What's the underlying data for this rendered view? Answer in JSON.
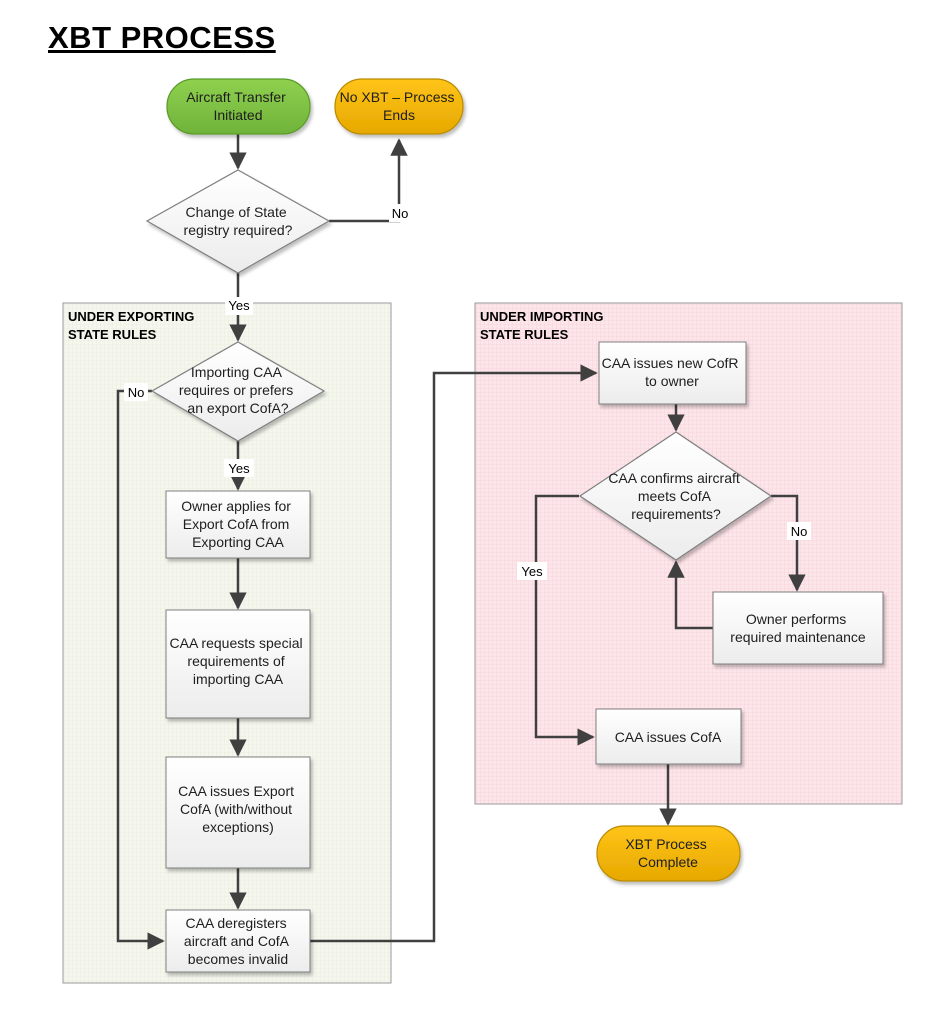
{
  "title": "XBT PROCESS",
  "regions": {
    "export": {
      "label": [
        "UNDER EXPORTING",
        "STATE RULES"
      ]
    },
    "import": {
      "label": [
        "UNDER IMPORTING",
        "STATE RULES"
      ]
    }
  },
  "nodes": {
    "transfer_initiated": [
      "Aircraft  Transfer",
      "Initiated"
    ],
    "no_xbt_end": [
      "No XBT – Process",
      "Ends"
    ],
    "change_of_state": [
      "Change of State",
      "registry required?"
    ],
    "importing_caa_prefers": [
      "Importing CAA",
      "requires or prefers",
      "an export CofA?"
    ],
    "owner_applies": [
      "Owner applies for",
      "Export CofA from",
      "Exporting CAA"
    ],
    "caa_requests": [
      "CAA requests special",
      "requirements of",
      "importing CAA"
    ],
    "caa_issues_export": [
      "CAA issues Export",
      "CofA (with/without",
      "exceptions)"
    ],
    "caa_deregisters": [
      "CAA deregisters",
      "aircraft and CofA",
      "becomes invalid"
    ],
    "caa_new_cofr": [
      "CAA issues new CofR",
      "to owner"
    ],
    "caa_confirms": [
      "CAA confirms aircraft",
      "meets CofA",
      "requirements?"
    ],
    "owner_maintenance": [
      "Owner performs",
      "required maintenance"
    ],
    "caa_issues_cofa": [
      "CAA issues CofA"
    ],
    "xbt_complete": [
      "XBT Process",
      "Complete"
    ]
  },
  "edge_labels": {
    "no_1": "No",
    "yes_1": "Yes",
    "no_2": "No",
    "yes_2": "Yes",
    "no_3": "No",
    "yes_3": "Yes"
  },
  "colors": {
    "green_fill": "#7dc242",
    "green_stroke": "#5a9a2a",
    "orange_fill": "#f2b600",
    "orange_stroke": "#b98b00",
    "box_fill": "#f3f3f3",
    "box_stroke": "#7f7f7f",
    "export_region": "#f4f6ee",
    "import_region": "#fde4e8",
    "line": "#404040"
  }
}
